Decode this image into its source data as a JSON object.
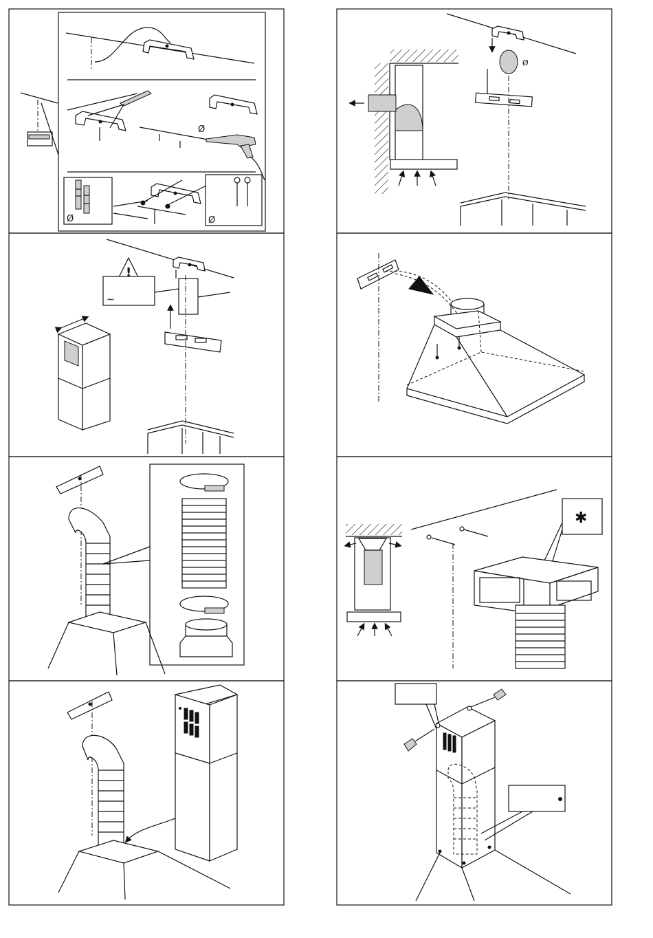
{
  "page": {
    "diameter_symbol": "Ø",
    "tilde_symbol": "~",
    "asterisk_symbol": "✱",
    "warning_symbol": "!"
  },
  "panels": [
    {
      "id": "panel-1",
      "content": "bracket-drilling-and-plug-fixing"
    },
    {
      "id": "panel-2",
      "content": "wall-outlet-and-bracket-marking"
    },
    {
      "id": "panel-3",
      "content": "chimney-height-warning"
    },
    {
      "id": "panel-4",
      "content": "hood-hanging-on-bracket"
    },
    {
      "id": "panel-5",
      "content": "flexible-hose-with-clamps"
    },
    {
      "id": "panel-6",
      "content": "recirculation-deflector-fixing"
    },
    {
      "id": "panel-7",
      "content": "chimney-positioning"
    },
    {
      "id": "panel-8",
      "content": "chimney-screw-fixing"
    }
  ],
  "icons": [
    "warning-triangle-icon",
    "drill-icon",
    "screwdriver-icon",
    "wall-plug-icon",
    "screw-icon",
    "airflow-arrow-icon"
  ]
}
